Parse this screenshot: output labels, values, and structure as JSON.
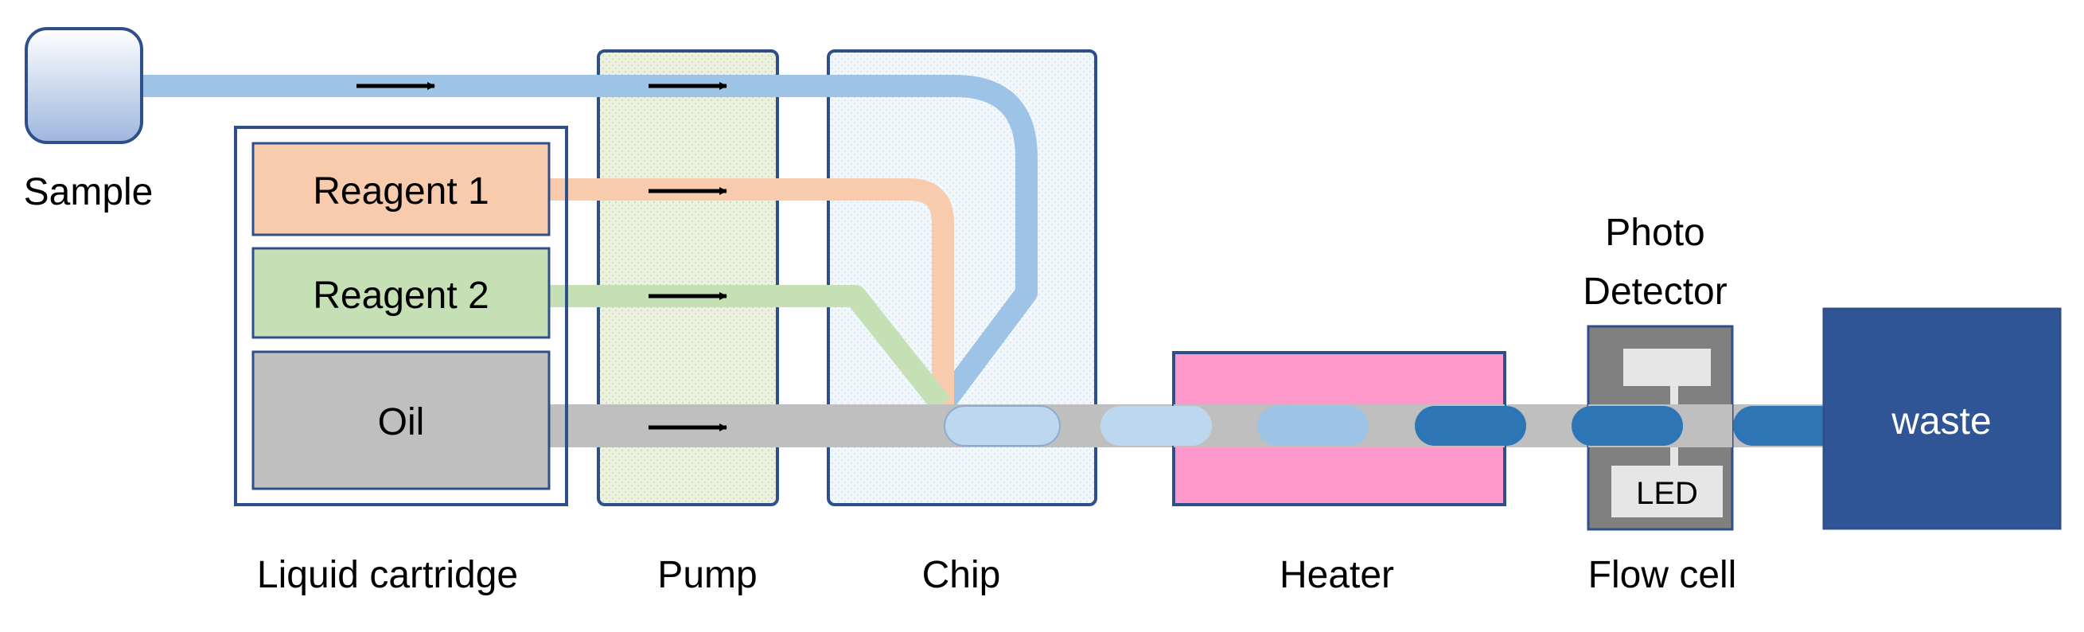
{
  "labels": {
    "sample": "Sample",
    "reagent1": "Reagent 1",
    "reagent2": "Reagent 2",
    "oil": "Oil",
    "liquid_cartridge": "Liquid cartridge",
    "pump": "Pump",
    "chip": "Chip",
    "heater": "Heater",
    "photo_detector_line1": "Photo",
    "photo_detector_line2": "Detector",
    "led": "LED",
    "flow_cell": "Flow cell",
    "waste": "waste"
  },
  "colors": {
    "sample_tube": "#9dc3e6",
    "reagent1": "#f8cbad",
    "reagent2": "#c5e0b4",
    "oil": "#bfbfbf",
    "frame_border": "#2f4f8a",
    "pump_fill": "#ebf1de",
    "chip_fill": "#f2f7fc",
    "heater_fill": "#ff99cc",
    "flow_cell_fill": "#808080",
    "waste_fill": "#2f5597",
    "droplet_light": "#bdd7ee",
    "droplet_mid": "#9dc3e6",
    "droplet_dark": "#2e75b6"
  },
  "icons": [
    "flow-arrow-icon",
    "sample-vial-icon"
  ]
}
